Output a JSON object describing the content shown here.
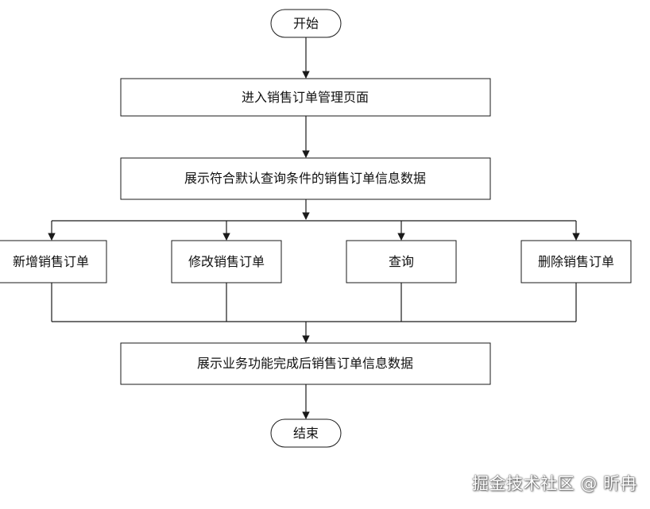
{
  "diagram": {
    "type": "flowchart",
    "nodes": {
      "start": "开始",
      "enter_page": "进入销售订单管理页面",
      "show_default": "展示符合默认查询条件的销售订单信息数据",
      "add_order": "新增销售订单",
      "edit_order": "修改销售订单",
      "query": "查询",
      "delete_order": "删除销售订单",
      "show_after": "展示业务功能完成后销售订单信息数据",
      "end": "结束"
    },
    "colors": {
      "stroke": "#1a1a1a",
      "fill": "#ffffff",
      "text": "#111111"
    }
  },
  "watermark": "掘金技术社区 @ 昕冉"
}
